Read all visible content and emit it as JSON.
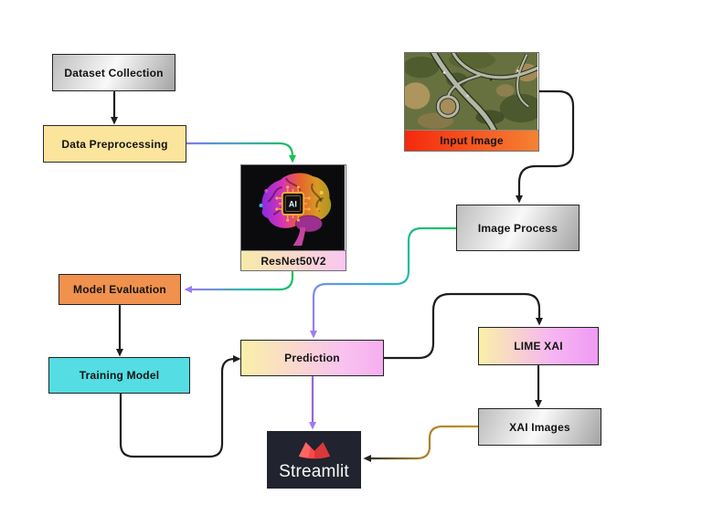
{
  "nodes": {
    "dataset_collection": {
      "label": "Dataset Collection",
      "fill": "gray-gradient"
    },
    "data_preprocessing": {
      "label": "Data Preprocessing",
      "fill": "#fbe49c"
    },
    "resnet": {
      "label": "ResNet50V2",
      "chip_text": "AI",
      "image": "neon-brain-with-ai-chip",
      "label_fill": "#f7eaa8→#f9c6f1"
    },
    "input_image": {
      "label": "Input Image",
      "image": "aerial-highway-interchange",
      "label_fill": "#f5290d→#f58233"
    },
    "image_process": {
      "label": "Image Process",
      "fill": "gray-gradient"
    },
    "model_evaluation": {
      "label": "Model Evaluation",
      "fill": "#f0914d"
    },
    "training_model": {
      "label": "Training Model",
      "fill": "#54dde2"
    },
    "prediction": {
      "label": "Prediction",
      "fill": "#faf0a8→#f6aef0"
    },
    "lime_xai": {
      "label": "LIME XAI",
      "fill": "#faf0a8→#ef9bf4"
    },
    "xai_images": {
      "label": "XAI Images",
      "fill": "gray-gradient"
    },
    "streamlit": {
      "label": "Streamlit",
      "fill": "#21232e",
      "logo": "streamlit-crown",
      "logo_color": "#ff4b4b"
    }
  },
  "edges": [
    {
      "from": "dataset_collection",
      "to": "data_preprocessing",
      "color": "#1d1d1d"
    },
    {
      "from": "data_preprocessing",
      "to": "resnet",
      "color": "#7b7bf0→#17c05a"
    },
    {
      "from": "input_image",
      "to": "image_process",
      "color": "#1d1d1d"
    },
    {
      "from": "resnet",
      "to": "model_evaluation",
      "color": "#17c05a→#9d7bf5"
    },
    {
      "from": "image_process",
      "to": "prediction",
      "color": "#17c05a→#2fb3cf→#9d7bf5"
    },
    {
      "from": "model_evaluation",
      "to": "training_model",
      "color": "#1d1d1d"
    },
    {
      "from": "training_model",
      "to": "prediction",
      "color": "#1d1d1d"
    },
    {
      "from": "prediction",
      "to": "lime_xai",
      "color": "#1d1d1d"
    },
    {
      "from": "lime_xai",
      "to": "xai_images",
      "color": "#1d1d1d"
    },
    {
      "from": "xai_images",
      "to": "streamlit",
      "color": "#c09028→#2e2e2e"
    },
    {
      "from": "prediction",
      "to": "streamlit",
      "color": "#9a63d8"
    }
  ],
  "palette": {
    "background": "#ffffff",
    "edge_black": "#1d1d1d",
    "edge_green": "#17c05a",
    "edge_purple": "#9d7bf5",
    "edge_teal": "#2fb3cf",
    "edge_gold": "#c09028",
    "streamlit_red": "#ff4b4b"
  }
}
